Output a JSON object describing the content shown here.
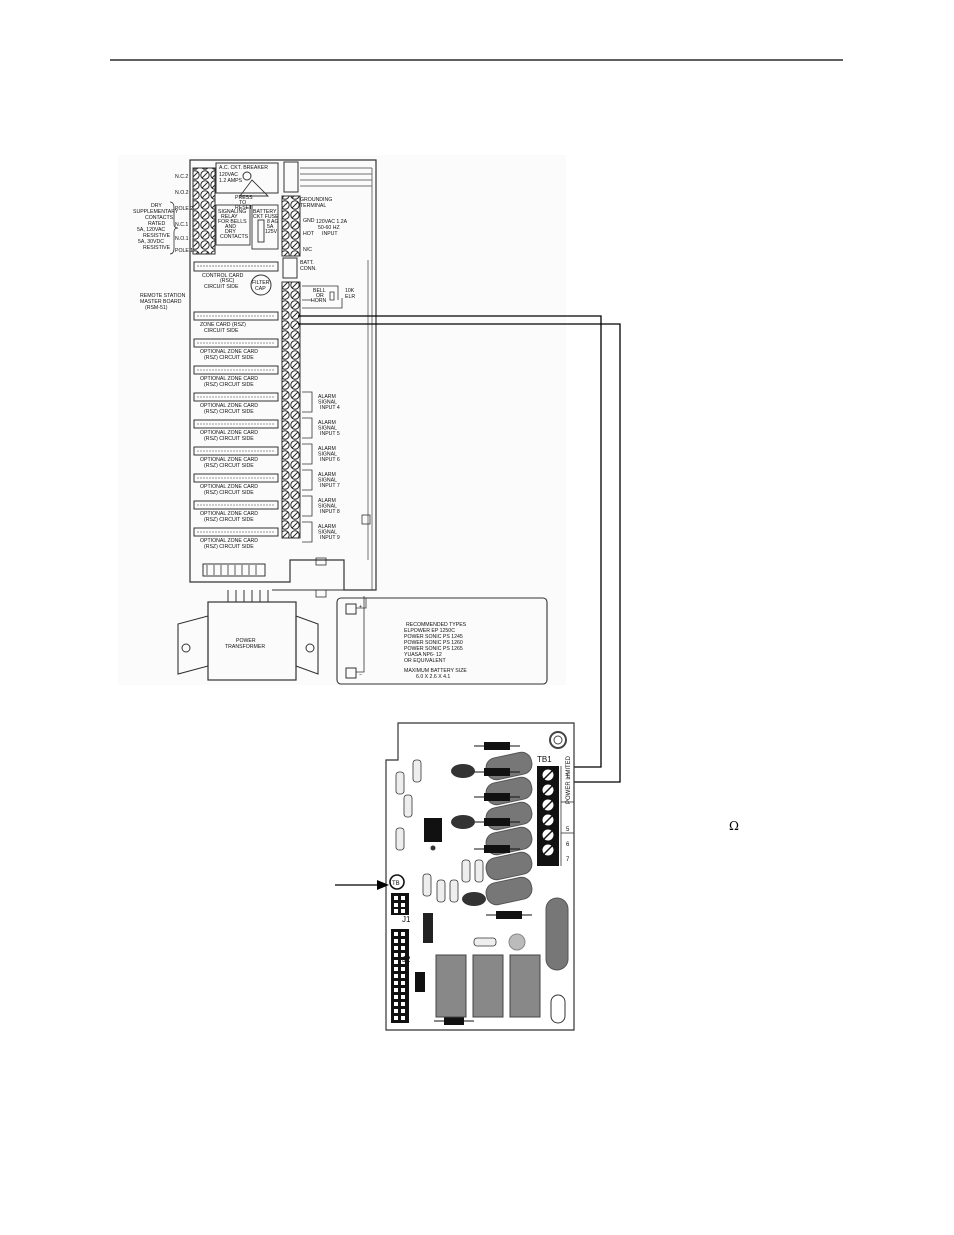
{
  "symbols": {
    "ohm": "Ω"
  },
  "master_board": {
    "breaker": [
      "A.C. CKT. BREAKER",
      "120VAC",
      "1.2 AMPS"
    ],
    "press_reset": [
      "PRESS",
      "TO",
      "RESET"
    ],
    "grounding": [
      "GROUNDING",
      "TERMINAL"
    ],
    "gnd": "GND",
    "hot": "HOT",
    "nc": "N/C",
    "ac_input": [
      "120VAC 1.2A",
      "50-60 HZ",
      "INPUT"
    ],
    "signaling_relay": [
      "SIGNALING",
      "RELAY",
      "FOR BELLS",
      "AND",
      "DRY",
      "CONTACTS"
    ],
    "battery_fuse": [
      "BATTERY",
      "CKT FUSE",
      "8 AG",
      "5A",
      "125V"
    ],
    "batt_conn": [
      "BATT.",
      "CONN."
    ],
    "dry_contacts": [
      "DRY",
      "SUPPLEMENTARY",
      "CONTACTS,",
      "RATED",
      "5A, 120VAC",
      "RESISTIVE",
      "5A, 30VDC",
      "RESISTIVE"
    ],
    "relay_contacts": [
      "N.C.2",
      "N.O.2",
      "POLE 2",
      "N.C.1",
      "N.O.1",
      "POLE 1"
    ],
    "control_card": [
      "CONTROL CARD",
      "(RSC)",
      "CIRCUIT SIDE"
    ],
    "filter_cap": [
      "FILTER",
      "CAP"
    ],
    "remote_station": [
      "REMOTE STATION",
      "MASTER BOARD",
      "(RSM-51)"
    ],
    "bell_horn": [
      "BELL",
      "OR",
      "HORN"
    ],
    "elr": [
      "10K",
      "ELR"
    ],
    "zone_cards": [
      [
        "ZONE CARD (RSZ)",
        "CIRCUIT SIDE"
      ],
      [
        "OPTIONAL ZONE CARD",
        "(RSZ) CIRCUIT SIDE"
      ],
      [
        "OPTIONAL ZONE CARD",
        "(RSZ) CIRCUIT SIDE"
      ],
      [
        "OPTIONAL ZONE CARD",
        "(RSZ) CIRCUIT SIDE"
      ],
      [
        "OPTIONAL ZONE CARD",
        "(RSZ) CIRCUIT SIDE"
      ],
      [
        "OPTIONAL ZONE CARD",
        "(RSZ) CIRCUIT SIDE"
      ],
      [
        "OPTIONAL ZONE CARD",
        "(RSZ) CIRCUIT SIDE"
      ],
      [
        "OPTIONAL ZONE CARD",
        "(RSZ) CIRCUIT SIDE"
      ],
      [
        "OPTIONAL ZONE CARD",
        "(RSZ) CIRCUIT SIDE"
      ]
    ],
    "alarm_inputs": [
      [
        "ALARM",
        "SIGNAL",
        "INPUT 4"
      ],
      [
        "ALARM",
        "SIGNAL",
        "INPUT 5"
      ],
      [
        "ALARM",
        "SIGNAL",
        "INPUT 6"
      ],
      [
        "ALARM",
        "SIGNAL",
        "INPUT 7"
      ],
      [
        "ALARM",
        "SIGNAL",
        "INPUT 8"
      ],
      [
        "ALARM",
        "SIGNAL",
        "INPUT 9"
      ]
    ]
  },
  "transformer": {
    "label": [
      "POWER",
      "TRANSFORMER"
    ]
  },
  "battery_box": {
    "lines": [
      "RECOMMENDED TYPES",
      "ELPOWER  EP 1250C",
      "POWER SONIC  PS 1245",
      "POWER SONIC  PS 1260",
      "POWER SONIC  PS 1265",
      "YUASA  NP6- 12",
      "OR EQUIVALENT",
      "MAXIMUM BATTERY SIZE",
      "6.0 X 2.6 X 4.1"
    ],
    "plus": "+",
    "minus": "−"
  },
  "lower_board": {
    "tb1": "TB1",
    "power_limited": "POWER LIMITED",
    "terminal_numbers": [
      "1",
      "5",
      "6",
      "7"
    ],
    "tb_callout": "TB",
    "j1": "J1",
    "j2": "J2"
  }
}
